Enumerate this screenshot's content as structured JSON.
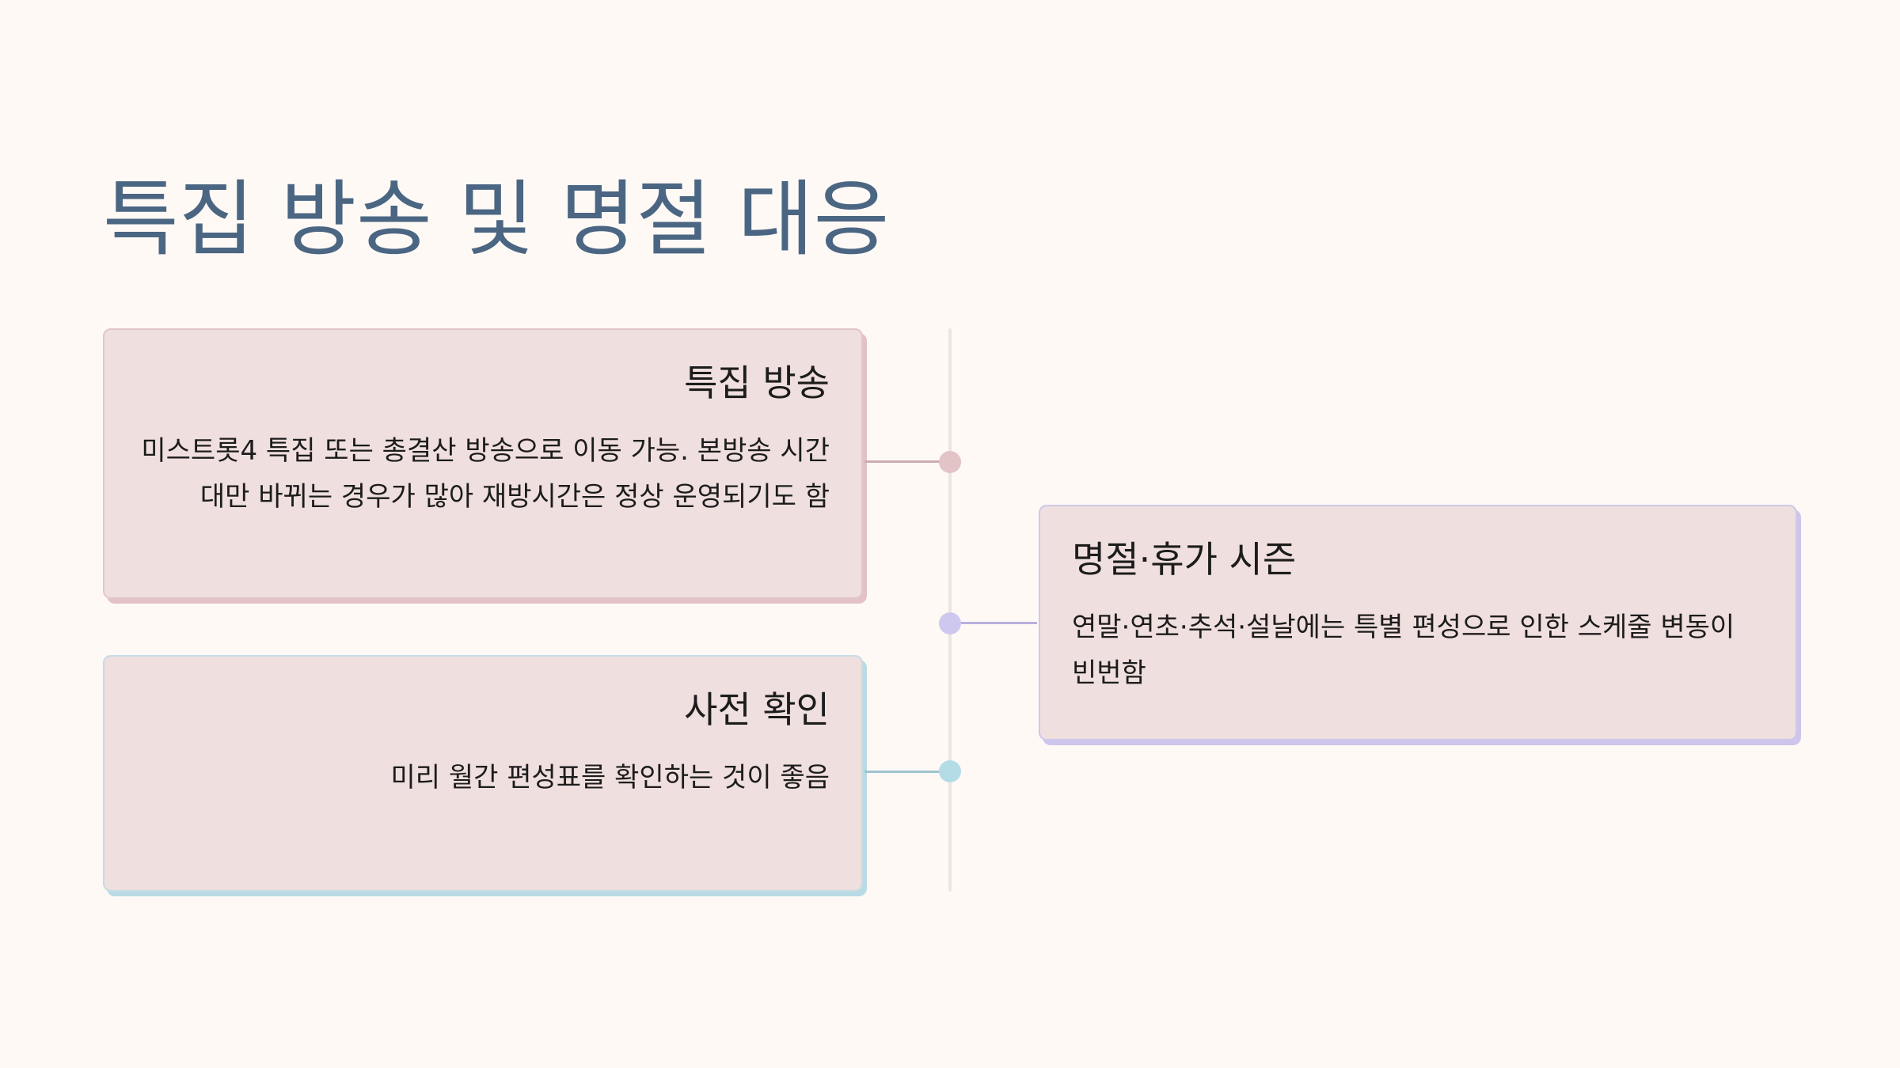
{
  "title": "특집 방송 및 명절 대응",
  "cards": [
    {
      "title": "특집 방송",
      "text": "미스트롯4 특집 또는 총결산 방송으로 이동 가능. 본방송 시간대만 바뀌는 경우가 많아 재방시간은 정상 운영되기도 함",
      "accent_color": "#e2c3c6"
    },
    {
      "title": "명절·휴가 시즌",
      "text": "연말·연초·추석·설날에는 특별 편성으로 인한 스케줄 변동이 빈번함",
      "accent_color": "#cfc8ee"
    },
    {
      "title": "사전 확인",
      "text": "미리 월간 편성표를 확인하는 것이 좋음",
      "accent_color": "#b4dce6"
    }
  ],
  "colors": {
    "background": "#fff9f6",
    "title": "#4b6682",
    "card_background": "#efdfde"
  }
}
